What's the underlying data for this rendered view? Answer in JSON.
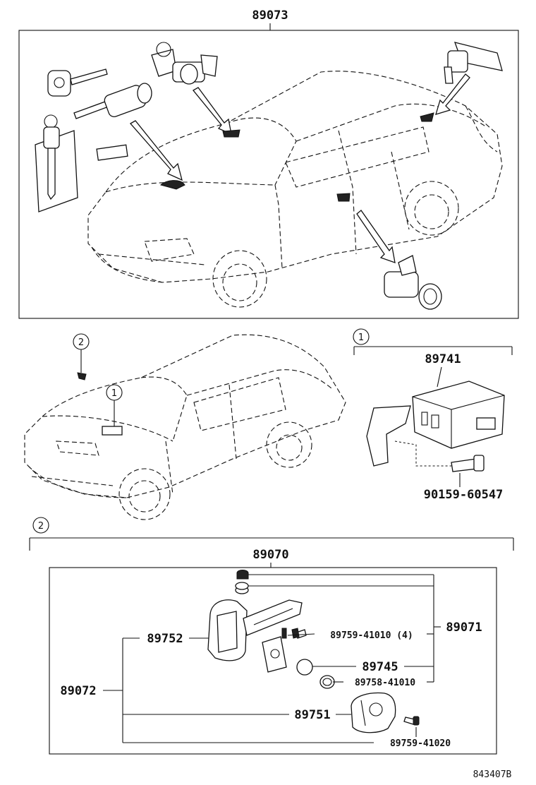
{
  "labels": {
    "top_kit": "89073",
    "lock_kit": "89070",
    "computer": "89741",
    "bolt": "90159-60547",
    "transmitter_housing": "89071",
    "key_case": "89752",
    "screw_small": "89759-41010 (4)",
    "battery": "89745",
    "gasket": "89758-41010",
    "key_assy": "89072",
    "cover": "89751",
    "screw_cover": "89759-41020",
    "ref_code": "843407B"
  },
  "callouts": {
    "one": "1",
    "two": "2"
  }
}
